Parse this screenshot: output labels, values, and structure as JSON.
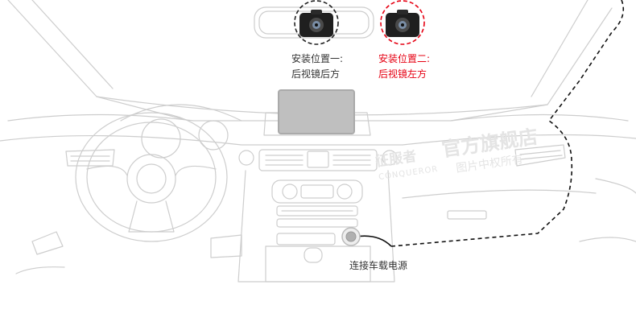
{
  "mount_options": [
    {
      "line1": "安装位置一:",
      "line2": "后视镜后方",
      "color": "#333333"
    },
    {
      "line1": "安装位置二:",
      "line2": "后视镜左方",
      "color": "#e60012"
    }
  ],
  "power_label": "连接车载电源",
  "watermark": {
    "brand_cn": "征服者",
    "store": "官方旗舰店",
    "brand_en": "CONQUEROR",
    "slogan": "图片中权所有"
  },
  "colors": {
    "line_art": "#cccccc",
    "cable": "#111111",
    "highlight": "#e60012",
    "screen": "#bfbfbf"
  },
  "icons": [
    "dash-camera-icon",
    "power-socket-icon"
  ]
}
